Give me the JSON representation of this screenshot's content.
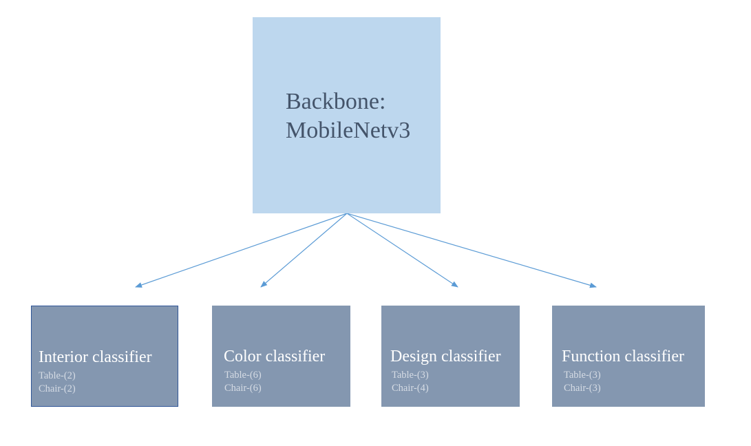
{
  "backbone": {
    "line1": "Backbone:",
    "line2": "MobileNetv3"
  },
  "classifiers": [
    {
      "title": "Interior classifier",
      "items": [
        "Table-(2)",
        "Chair-(2)"
      ]
    },
    {
      "title": "Color classifier",
      "items": [
        "Table-(6)",
        "Chair-(6)"
      ]
    },
    {
      "title": "Design classifier",
      "items": [
        "Table-(3)",
        "Chair-(4)"
      ]
    },
    {
      "title": "Function classifier",
      "items": [
        "Table-(3)",
        "Chair-(3)"
      ]
    }
  ],
  "colors": {
    "backbone_fill": "#bdd7ee",
    "backbone_text": "#44546a",
    "classifier_fill": "#8497b0",
    "classifier_title": "#ffffff",
    "classifier_items": "#d6dce5",
    "arrow": "#5b9bd5"
  }
}
